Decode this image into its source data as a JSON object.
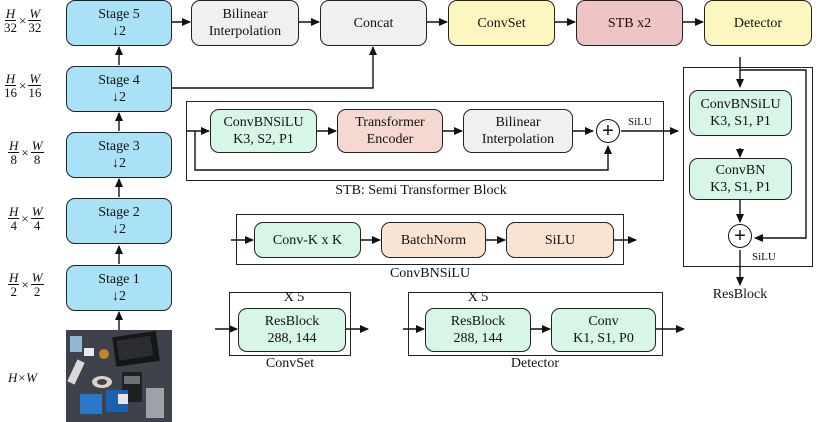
{
  "backbone": {
    "stages": [
      {
        "name": "Stage 5",
        "down": "↓2",
        "scale_num": "H",
        "scale_den": "32",
        "scale_num2": "W",
        "scale_den2": "32"
      },
      {
        "name": "Stage 4",
        "down": "↓2",
        "scale_num": "H",
        "scale_den": "16",
        "scale_num2": "W",
        "scale_den2": "16"
      },
      {
        "name": "Stage 3",
        "down": "↓2",
        "scale_num": "H",
        "scale_den": "8",
        "scale_num2": "W",
        "scale_den2": "8"
      },
      {
        "name": "Stage 2",
        "down": "↓2",
        "scale_num": "H",
        "scale_den": "4",
        "scale_num2": "W",
        "scale_den2": "4"
      },
      {
        "name": "Stage 1",
        "down": "↓2",
        "scale_num": "H",
        "scale_den": "2",
        "scale_num2": "W",
        "scale_den2": "2"
      }
    ],
    "input_size": "H×W"
  },
  "top_row": {
    "bilinear": [
      "Bilinear",
      "Interpolation"
    ],
    "concat": "Concat",
    "convset": "ConvSet",
    "stb": "STB x2",
    "detector": "Detector"
  },
  "stb": {
    "convbnsilu": [
      "ConvBNSiLU",
      "K3, S2, P1"
    ],
    "encoder": [
      "Transformer",
      "Encoder"
    ],
    "bilinear": [
      "Bilinear",
      "Interpolation"
    ],
    "silu_label": "SiLU",
    "caption": "STB: Semi Transformer Block"
  },
  "resblock": {
    "convbnsilu": [
      "ConvBNSiLU",
      "K3, S1, P1"
    ],
    "convbn": [
      "ConvBN",
      "K3, S1, P1"
    ],
    "silu_label": "SiLU",
    "caption": "ResBlock"
  },
  "convbnsilu_def": {
    "conv": "Conv-K x K",
    "bn": "BatchNorm",
    "silu": "SiLU",
    "caption": "ConvBNSiLU"
  },
  "convset_def": {
    "repeat": "X 5",
    "block": [
      "ResBlock",
      "288, 144"
    ],
    "caption": "ConvSet"
  },
  "detector_def": {
    "repeat": "X 5",
    "block": [
      "ResBlock",
      "288, 144"
    ],
    "conv": [
      "Conv",
      "K1, S1, P0"
    ],
    "caption": "Detector"
  },
  "colors": {
    "stage": "#a9e2f7",
    "bilinear": "#f0f0f0",
    "convset": "#fbf7bf",
    "stb": "#eec4c4",
    "conv": "#d6f6e6",
    "encoder": "#f5d8cf",
    "batchnorm": "#fbe3d2"
  }
}
